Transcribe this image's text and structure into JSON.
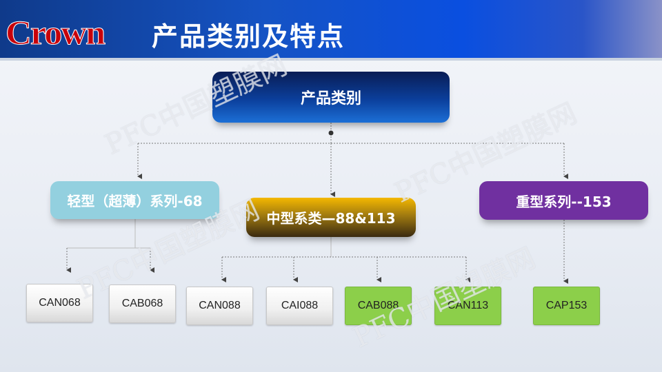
{
  "header": {
    "logo": "Crown",
    "title": "产品类别及特点"
  },
  "watermark": "PFC中国塑膜网",
  "root": "产品类别",
  "categories": [
    {
      "label": "轻型（超薄）系列-68",
      "children": [
        "CAN068",
        "CAB068"
      ]
    },
    {
      "label": "中型系类—88&113",
      "children": [
        "CAN088",
        "CAI088",
        "CAB088",
        "CAN113"
      ]
    },
    {
      "label": "重型系列--153",
      "children": [
        "CAP153"
      ]
    }
  ],
  "colors": {
    "light": "#93d0df",
    "heavy": "#7030a0",
    "green": "#8ccf4a",
    "logo": "#c8000a"
  }
}
